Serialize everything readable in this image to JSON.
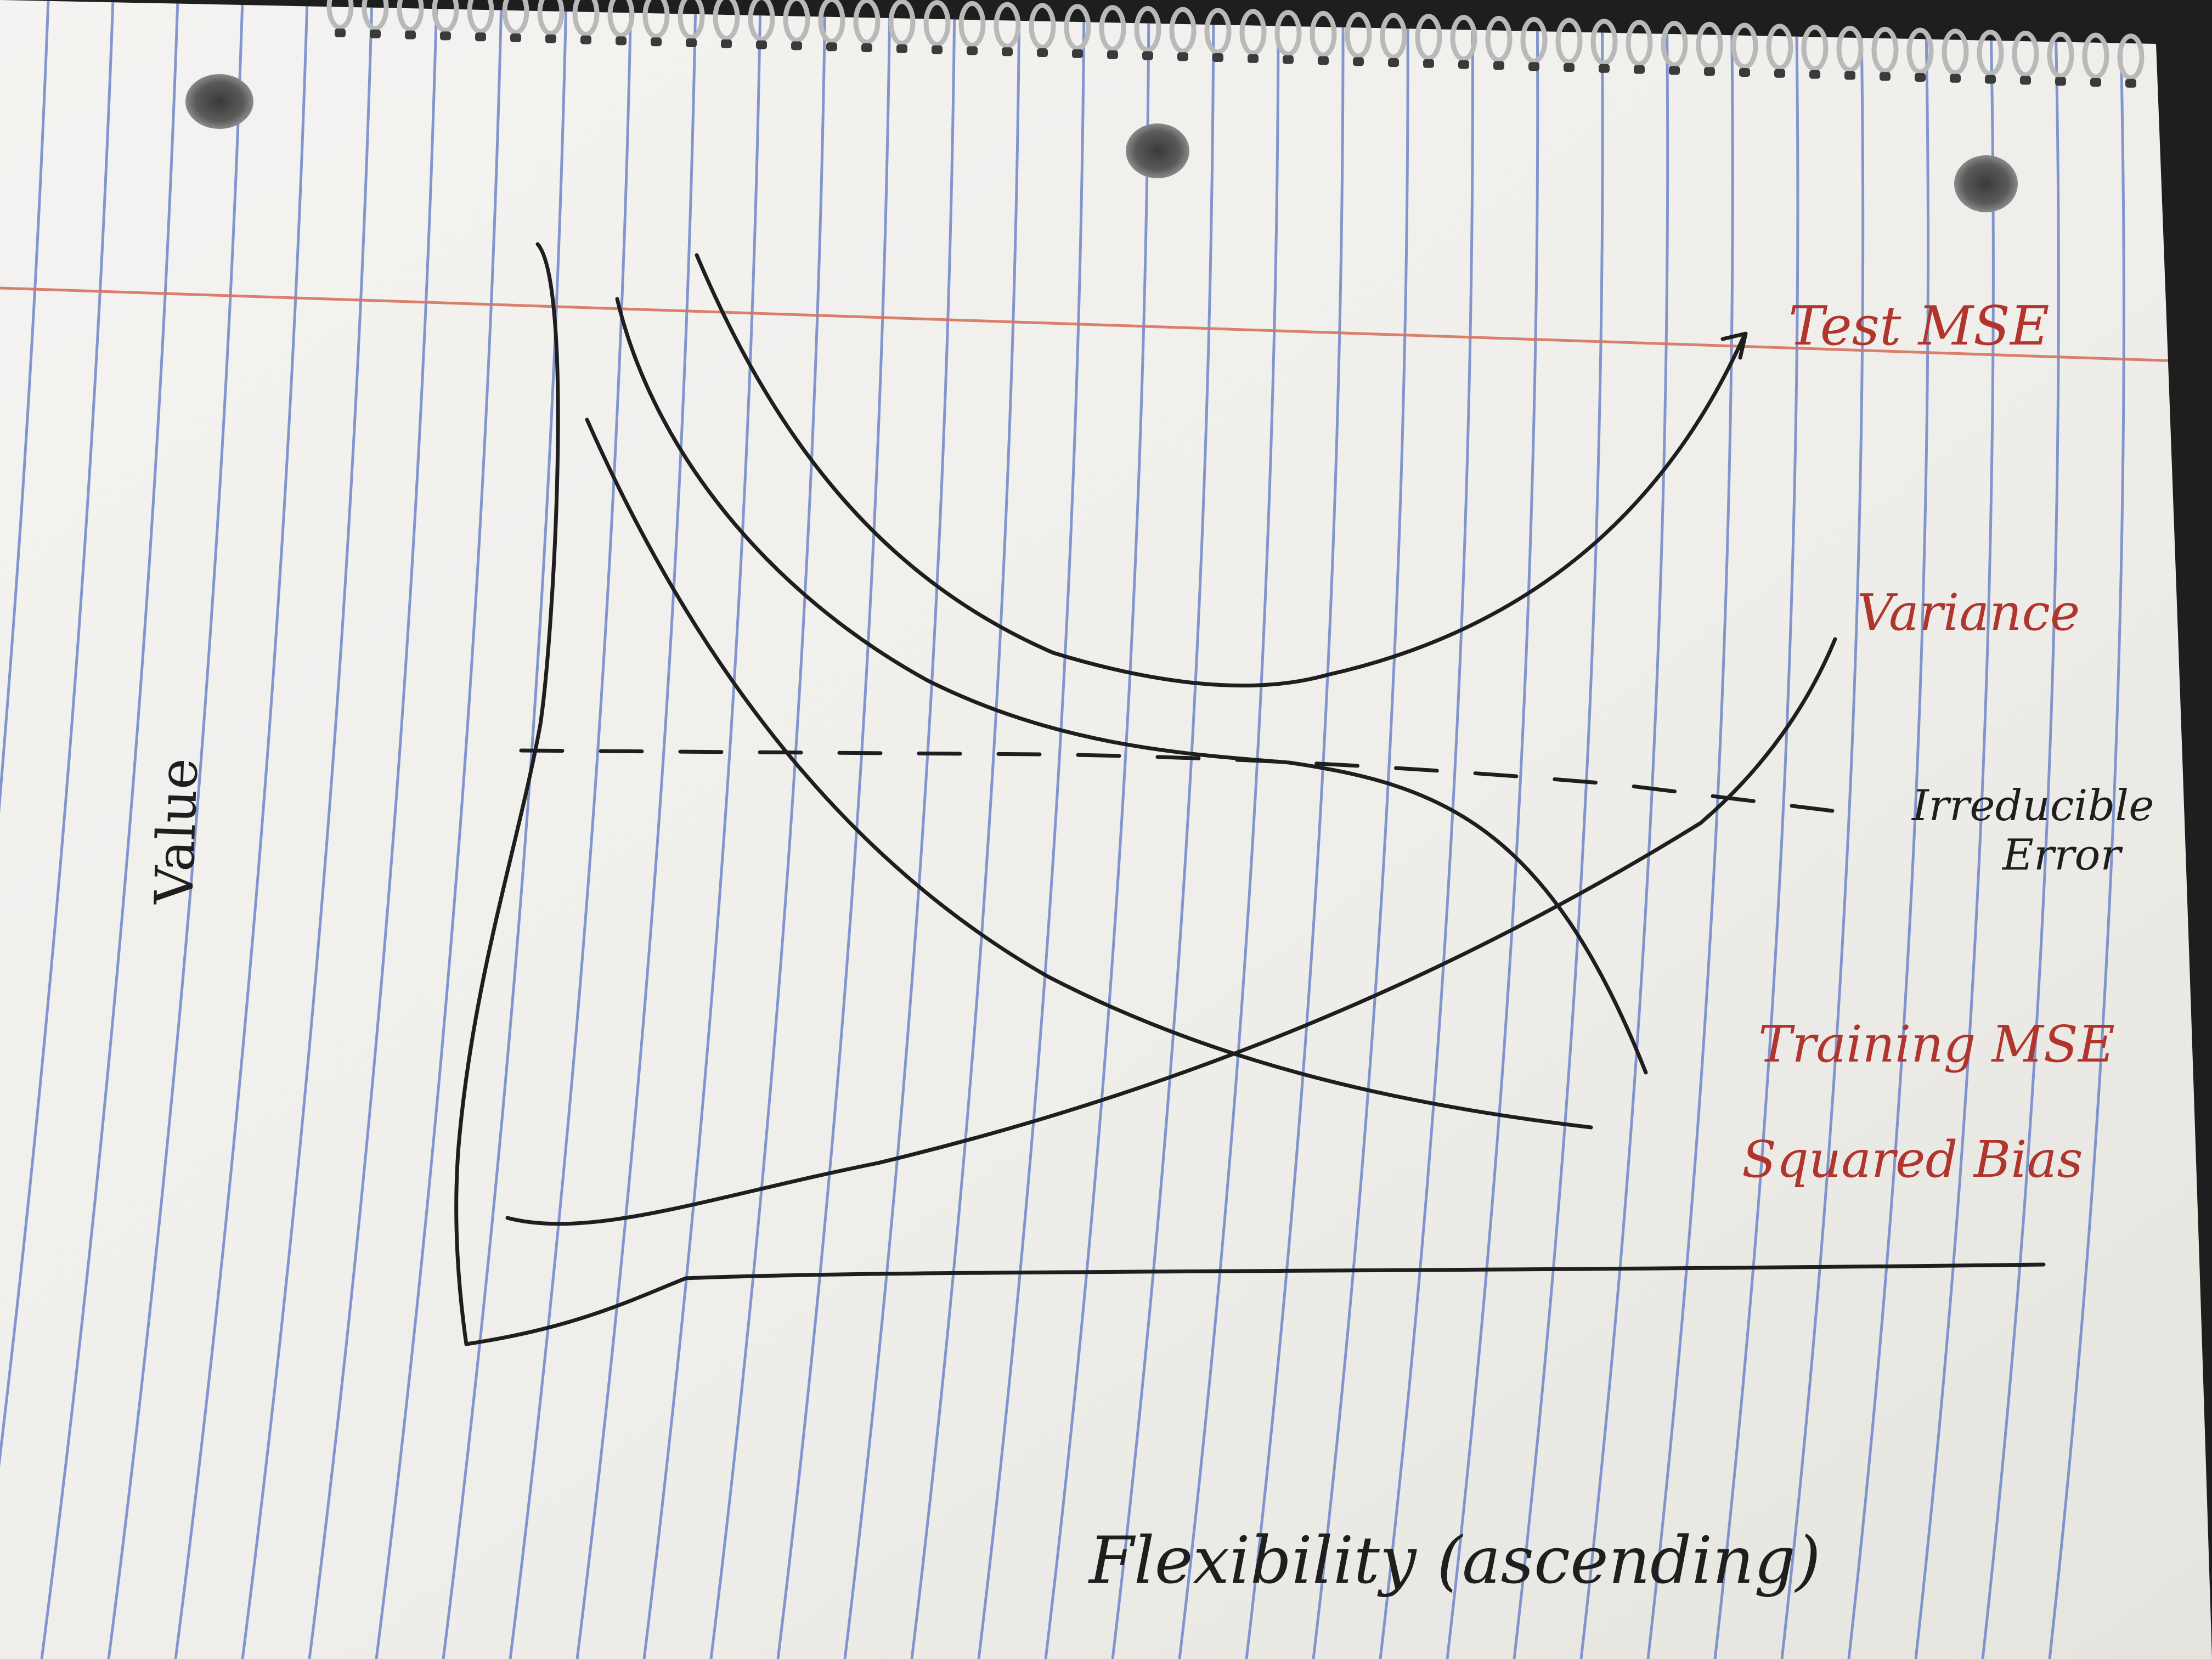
{
  "photo": {
    "subject": "Hand-drawn sketch on spiral-bound lined notebook paper",
    "ink_colors": {
      "black": "#1e1e1e",
      "red": "#b0352c"
    },
    "paper_color": "#f2f1ee",
    "rule_color": "#6f86c9",
    "margin_color": "#d8735f"
  },
  "sketch": {
    "y_axis_label": "Value",
    "x_axis_label": "Flexibility (ascending)",
    "curve_labels": {
      "test_mse": "Test MSE",
      "variance": "Variance",
      "irreducible_line1": "Irreducible",
      "irreducible_line2": "Error",
      "training_mse": "Training MSE",
      "squared_bias": "Squared Bias"
    }
  }
}
